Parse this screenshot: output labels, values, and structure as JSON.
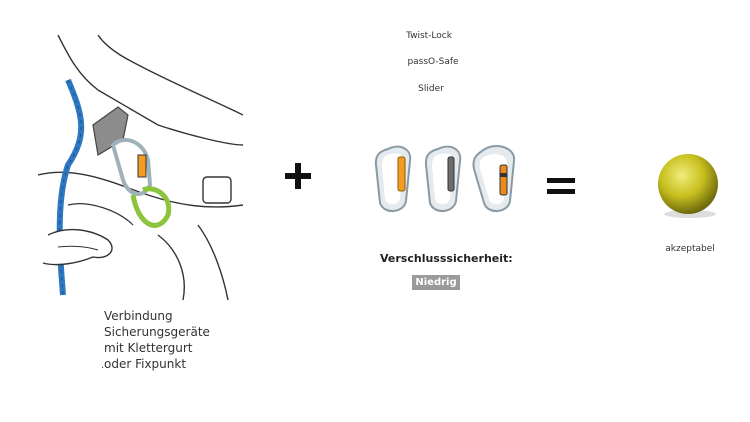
{
  "illustration": {
    "icon": "belay-device-harness-illustration"
  },
  "caption": {
    "lines": [
      "Verbindung",
      "Sicherungsgeräte",
      "mit Klettergurt",
      "oder Fixpunkt"
    ],
    "marker": "."
  },
  "operators": {
    "plus_icon": "plus-icon",
    "equals_icon": "equals-icon"
  },
  "lock_types": [
    "Twist-Lock",
    "passO-Safe",
    "Slider"
  ],
  "carabiners": {
    "icon": "carabiner-icons",
    "colors": {
      "gate1": "#f39c1e",
      "gate2": "#6d6d6d",
      "gate3": "#ea8a1a",
      "body": "#d8e0e4"
    }
  },
  "security": {
    "title": "Verschlusssicherheit:",
    "level": "Niedrig"
  },
  "result": {
    "label": "akzeptabel",
    "color": "#c7bf1d",
    "icon": "yellow-ball-icon"
  }
}
